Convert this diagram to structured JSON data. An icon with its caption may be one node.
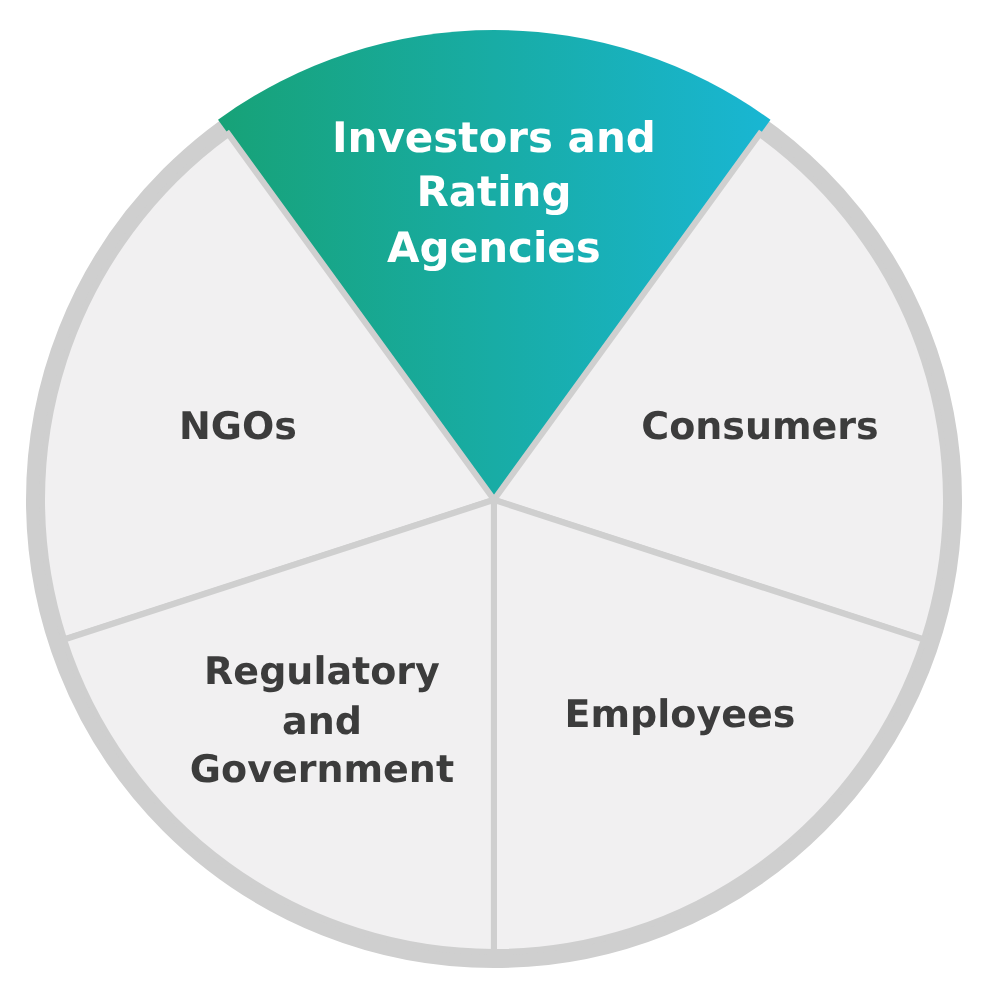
{
  "diagram": {
    "nodes": [
      {
        "text": [
          "Investors and Rating Agencies"
        ]
      },
      {
        "text": [
          "NGOs"
        ]
      },
      {
        "text": [
          "Consumers"
        ]
      },
      {
        "text": [
          "Regulatory and Government"
        ]
      },
      {
        "text": [
          "Employees"
        ]
      }
    ]
  }
}
